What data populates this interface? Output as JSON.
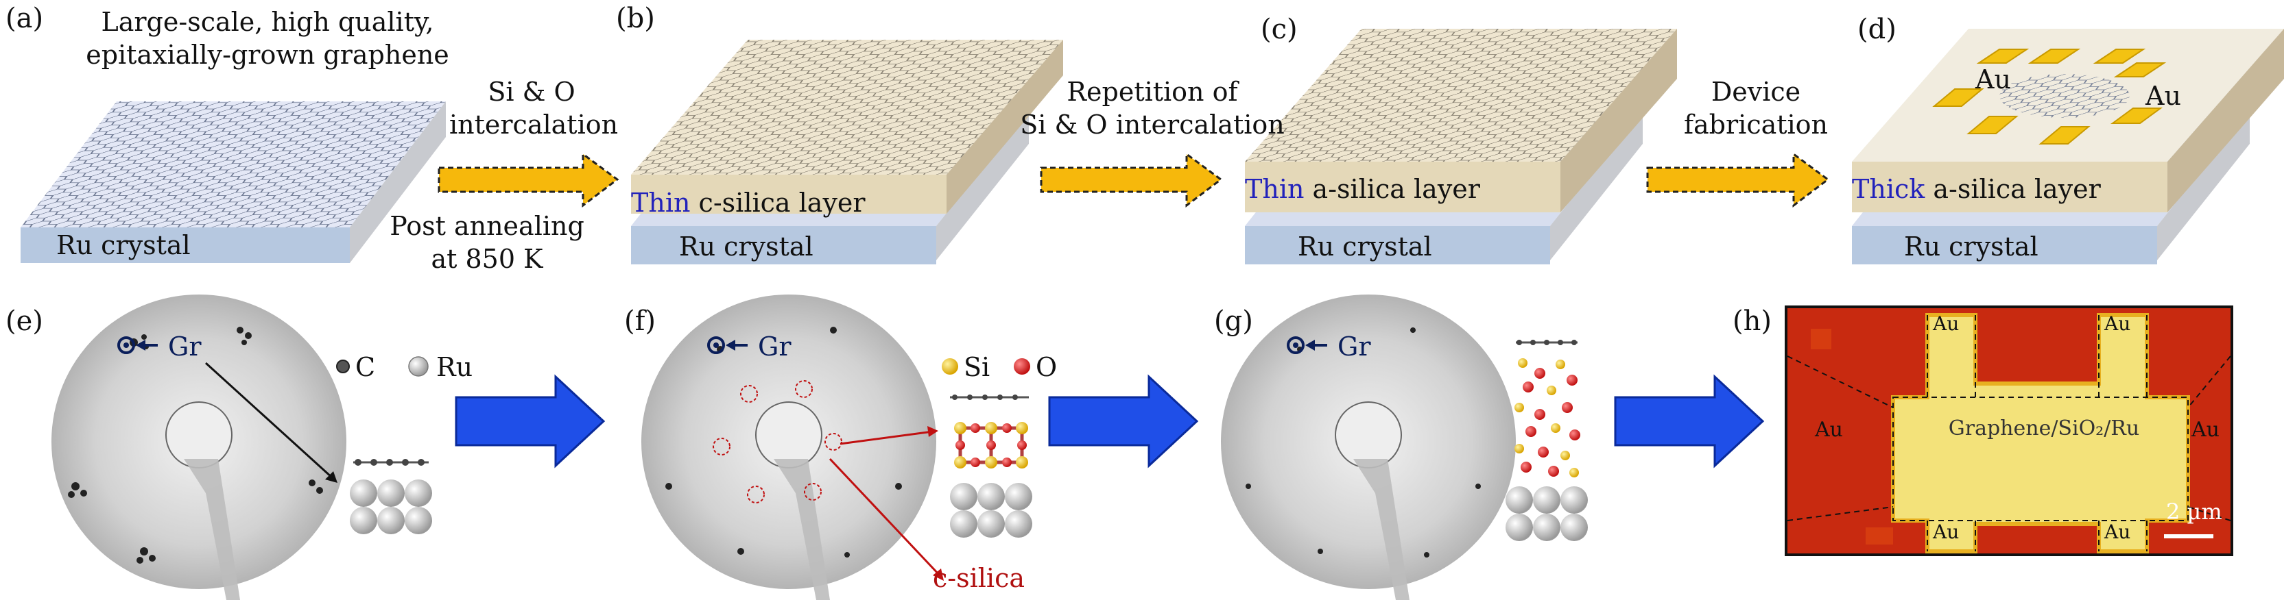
{
  "panel_labels": [
    "(a)",
    "(b)",
    "(c)",
    "(d)",
    "(e)",
    "(f)",
    "(g)",
    "(h)"
  ],
  "top": {
    "a_caption_line1": "Large-scale, high quality,",
    "a_caption_line2": "epitaxially-grown graphene",
    "step1_line1": "Si & O",
    "step1_line2": "intercalation",
    "step1_below_line1": "Post annealing",
    "step1_below_line2": "at 850 K",
    "step2_line1": "Repetition of",
    "step2_line2": "Si & O intercalation",
    "step3_line1": "Device",
    "step3_line2": "fabrication",
    "ru_label": "Ru crystal",
    "b_layer_prefix": "Thin",
    "b_layer_rest": "c-silica layer",
    "c_layer_prefix": "Thin",
    "c_layer_rest": "a-silica layer",
    "d_layer_prefix": "Thick",
    "d_layer_rest": "a-silica layer",
    "au_label": "Au"
  },
  "bottom": {
    "gr_label": "Gr",
    "legend_c": "C",
    "legend_ru": "Ru",
    "legend_si": "Si",
    "legend_o": "O",
    "c_silica": "c-silica",
    "micro_center": "Graphene/SiO₂/Ru",
    "micro_au": "Au",
    "scalebar": "2 µm"
  },
  "colors": {
    "arrow_gold": "#f6b80c",
    "arrow_blue": "#1f4fe8",
    "ru_front": "#b6c8e0",
    "silica_top": "#efe6d0",
    "silica_side": "#c7b89a",
    "graphene_top": "#e4e8f6",
    "label_blue": "#2222bb",
    "label_red": "#b01010",
    "micro_red": "#c82a10",
    "micro_yellow": "#f3e27a"
  }
}
